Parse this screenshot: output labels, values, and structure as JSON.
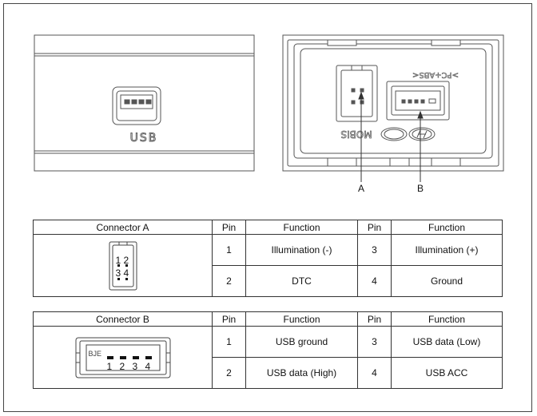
{
  "figure": {
    "usb_label": "USB",
    "marker_a": "A",
    "marker_b": "B",
    "module_top_text": ">PC+ABS<",
    "brand_text": "MOBIS"
  },
  "table_a": {
    "headers": [
      "Connector A",
      "Pin",
      "Function",
      "Pin",
      "Function"
    ],
    "rows": [
      {
        "pin_left": "1",
        "func_left": "Illumination (-)",
        "pin_right": "3",
        "func_right": "Illumination (+)"
      },
      {
        "pin_left": "2",
        "func_left": "DTC",
        "pin_right": "4",
        "func_right": "Ground"
      }
    ],
    "image_digits": [
      "1",
      "2",
      "3",
      "4"
    ]
  },
  "table_b": {
    "headers": [
      "Connector B",
      "Pin",
      "Function",
      "Pin",
      "Function"
    ],
    "rows": [
      {
        "pin_left": "1",
        "func_left": "USB ground",
        "pin_right": "3",
        "func_right": "USB data (Low)"
      },
      {
        "pin_left": "2",
        "func_left": "USB data (High)",
        "pin_right": "4",
        "func_right": "USB ACC"
      }
    ],
    "image_digits": [
      "1",
      "2",
      "3",
      "4"
    ],
    "image_mark": "BJE"
  }
}
